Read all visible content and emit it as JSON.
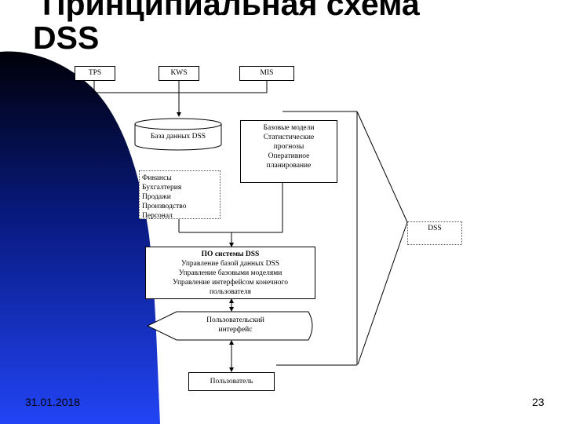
{
  "title": {
    "line1": "Принципиальная схема",
    "line2": "DSS"
  },
  "nodes": {
    "tps": "TPS",
    "kws": "KWS",
    "mis": "MIS",
    "db": "База данных DSS",
    "models": [
      "Базовые модели",
      "Статистические",
      "прогнозы",
      "Оперативное",
      "планирование"
    ],
    "areas": [
      "Финансы",
      "Бухгалтерия",
      "Продажи",
      "Производство",
      "Персонал"
    ],
    "dss": "DSS",
    "software": {
      "heading": "ПО системы DSS",
      "lines": [
        "Управление базой данных DSS",
        "Управление базовыми моделями",
        "Управление интерфейсом конечного",
        "пользователя"
      ]
    },
    "ui": [
      "Пользовательский",
      "интерфейс"
    ],
    "user": "Пользователь"
  },
  "footer": {
    "date": "31.01.2018",
    "page": "23"
  },
  "colors": {
    "gradient_top": "#000010",
    "gradient_bottom": "#1f3cf0"
  }
}
